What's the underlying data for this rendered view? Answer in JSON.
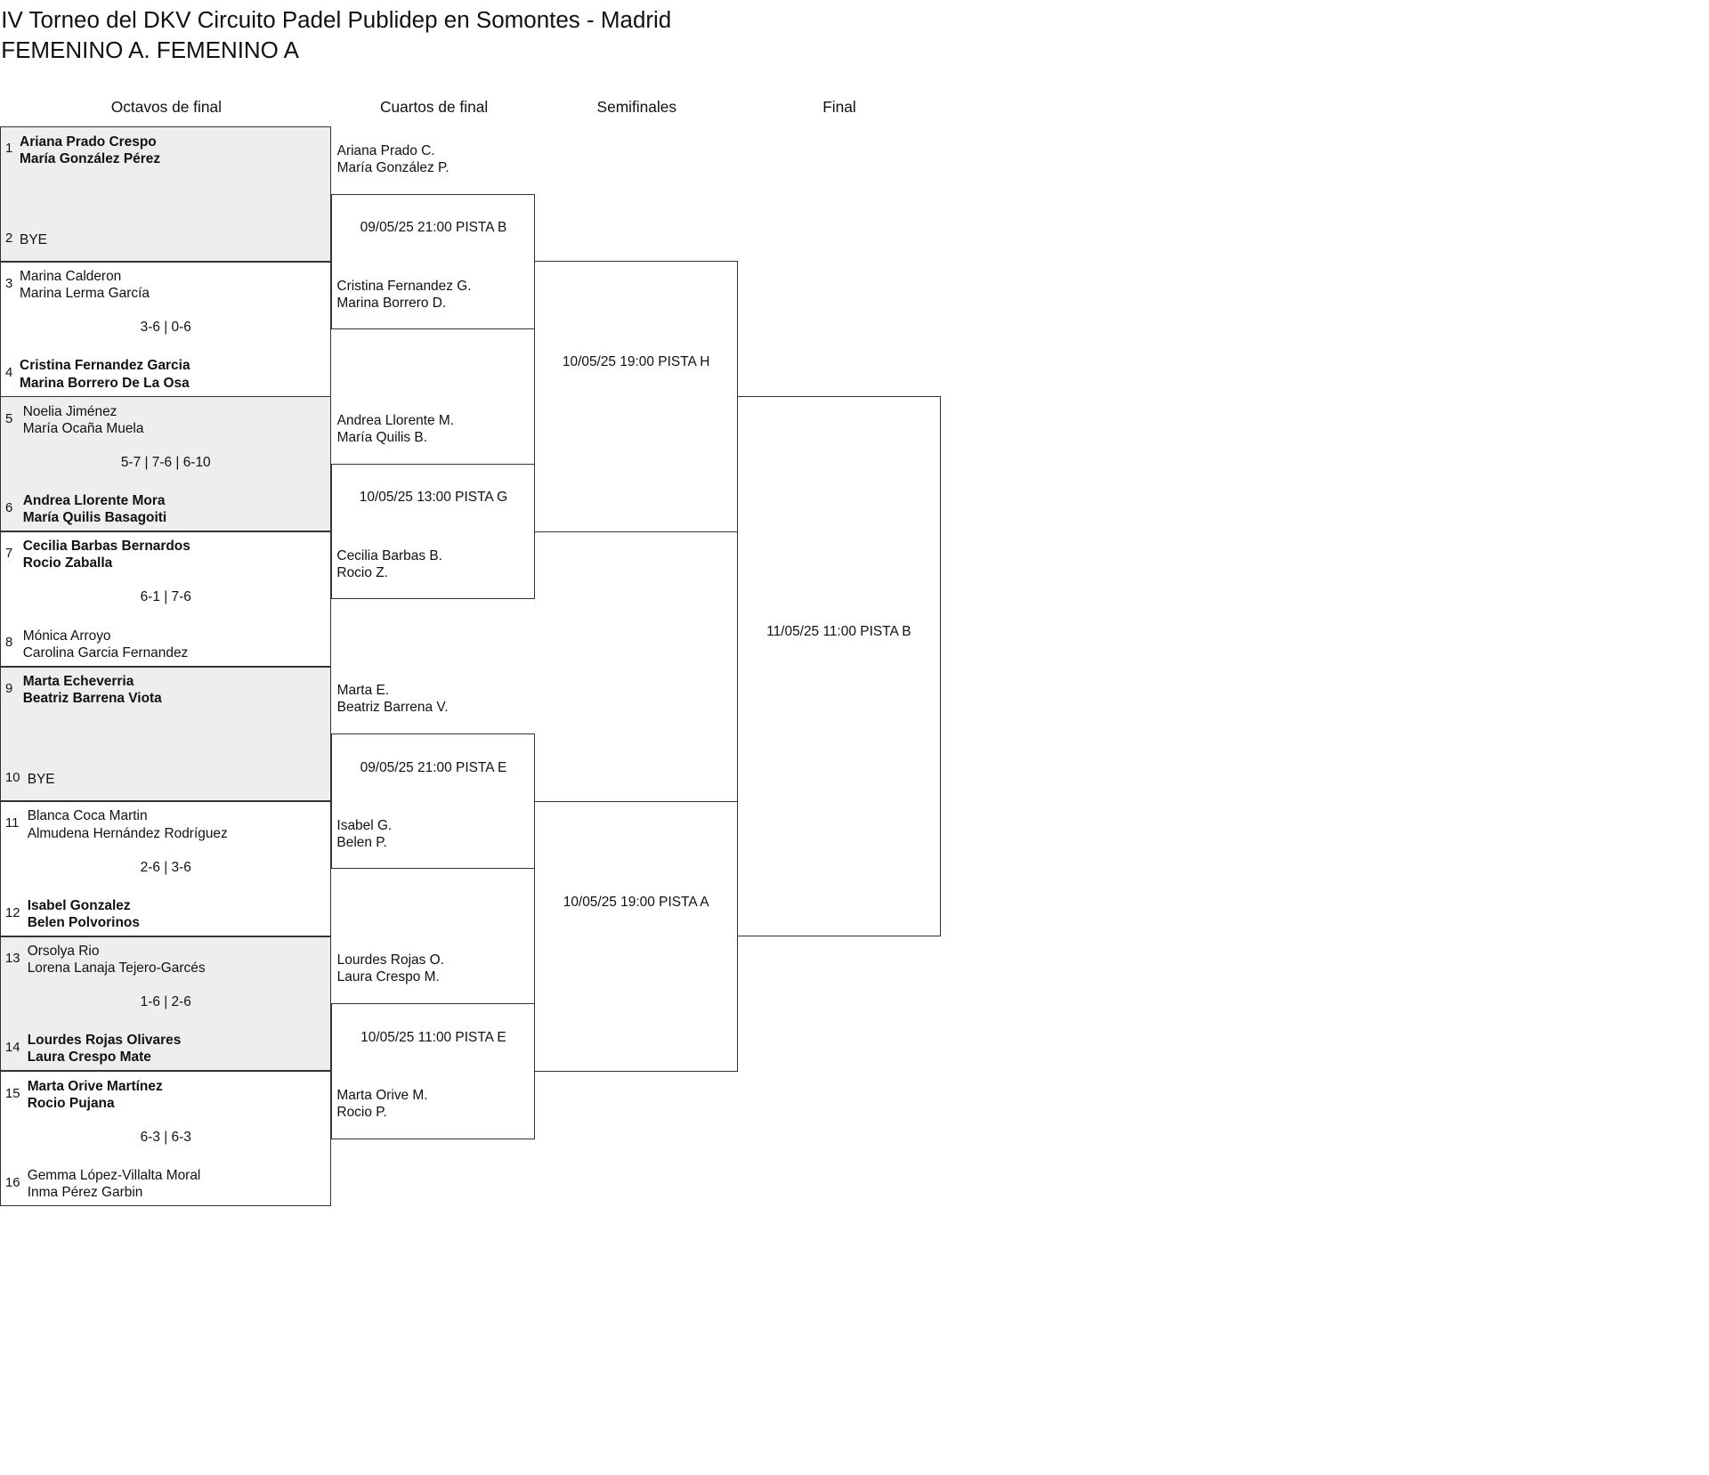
{
  "header": {
    "title": "IV Torneo del DKV Circuito Padel Publidep en Somontes - Madrid",
    "subtitle": "FEMENINO A. FEMENINO A"
  },
  "rounds": [
    "Octavos de final",
    "Cuartos de final",
    "Semifinales",
    "Final"
  ],
  "octavos": [
    {
      "top": {
        "seed": "1",
        "names": [
          "Ariana Prado Crespo",
          "María González Pérez"
        ],
        "winner": true
      },
      "bottom": {
        "seed": "2",
        "names": [
          "BYE"
        ],
        "winner": false
      },
      "score": ""
    },
    {
      "top": {
        "seed": "3",
        "names": [
          "Marina Calderon",
          "Marina Lerma García"
        ],
        "winner": false
      },
      "bottom": {
        "seed": "4",
        "names": [
          "Cristina Fernandez Garcia",
          "Marina Borrero De La Osa"
        ],
        "winner": true
      },
      "score": "3-6 | 0-6"
    },
    {
      "top": {
        "seed": "5",
        "names": [
          "Noelia Jiménez",
          "María Ocaña Muela"
        ],
        "winner": false
      },
      "bottom": {
        "seed": "6",
        "names": [
          "Andrea Llorente Mora",
          "María Quilis Basagoiti"
        ],
        "winner": true
      },
      "score": "5-7 | 7-6 | 6-10"
    },
    {
      "top": {
        "seed": "7",
        "names": [
          "Cecilia Barbas Bernardos",
          "Rocio Zaballa"
        ],
        "winner": true
      },
      "bottom": {
        "seed": "8",
        "names": [
          "Mónica Arroyo",
          "Carolina Garcia Fernandez"
        ],
        "winner": false
      },
      "score": "6-1 | 7-6"
    },
    {
      "top": {
        "seed": "9",
        "names": [
          "Marta Echeverria",
          "Beatriz Barrena Viota"
        ],
        "winner": true
      },
      "bottom": {
        "seed": "10",
        "names": [
          "BYE"
        ],
        "winner": false
      },
      "score": ""
    },
    {
      "top": {
        "seed": "11",
        "names": [
          "Blanca Coca Martin",
          "Almudena Hernández Rodríguez"
        ],
        "winner": false
      },
      "bottom": {
        "seed": "12",
        "names": [
          "Isabel Gonzalez",
          "Belen Polvorinos"
        ],
        "winner": true
      },
      "score": "2-6 | 3-6"
    },
    {
      "top": {
        "seed": "13",
        "names": [
          "Orsolya Rio",
          "Lorena Lanaja Tejero-Garcés"
        ],
        "winner": false
      },
      "bottom": {
        "seed": "14",
        "names": [
          "Lourdes Rojas Olivares",
          "Laura Crespo Mate"
        ],
        "winner": true
      },
      "score": "1-6 | 2-6"
    },
    {
      "top": {
        "seed": "15",
        "names": [
          "Marta Orive Martínez",
          "Rocio Pujana"
        ],
        "winner": true
      },
      "bottom": {
        "seed": "16",
        "names": [
          "Gemma López-Villalta Moral",
          "Inma Pérez Garbin"
        ],
        "winner": false
      },
      "score": "6-3 | 6-3"
    }
  ],
  "cuartos": [
    {
      "top": [
        "Ariana Prado C.",
        "María González P."
      ],
      "bottom": [
        "Cristina Fernandez G.",
        "Marina Borrero D."
      ],
      "time": "09/05/25 21:00 PISTA B"
    },
    {
      "top": [
        "Andrea Llorente M.",
        "María Quilis B."
      ],
      "bottom": [
        "Cecilia Barbas B.",
        "Rocio Z."
      ],
      "time": "10/05/25 13:00 PISTA G"
    },
    {
      "top": [
        "Marta E.",
        "Beatriz Barrena V."
      ],
      "bottom": [
        "Isabel G.",
        "Belen P."
      ],
      "time": "09/05/25 21:00 PISTA E"
    },
    {
      "top": [
        "Lourdes Rojas O.",
        "Laura Crespo M."
      ],
      "bottom": [
        "Marta Orive M.",
        "Rocio P."
      ],
      "time": "10/05/25 11:00 PISTA E"
    }
  ],
  "semifinales": [
    {
      "time": "10/05/25 19:00 PISTA H"
    },
    {
      "time": "10/05/25 19:00 PISTA A"
    }
  ],
  "final": {
    "time": "11/05/25 11:00 PISTA B"
  }
}
